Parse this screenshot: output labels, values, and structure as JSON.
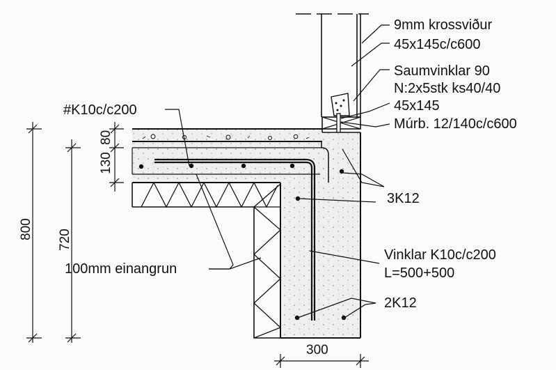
{
  "labels": {
    "plywood": "9mm krossviður",
    "stud": "45x145c/c600",
    "angle_bracket": "Saumvinklar 90",
    "screws": "N:2x5stk ks40/40",
    "sill_plate": "45x145",
    "anchor": "Múrb. 12/140c/c600",
    "mesh": "#K10c/c200",
    "top_bars": "3K12",
    "insulation": "100mm einangrun",
    "stirrups": "Vinklar K10c/c200",
    "stirrup_length": "L=500+500",
    "bottom_bars": "2K12"
  },
  "dimensions": {
    "slab_top": "80",
    "slab_total": "130",
    "height_outer": "800",
    "height_inner": "720",
    "beam_width": "300"
  }
}
